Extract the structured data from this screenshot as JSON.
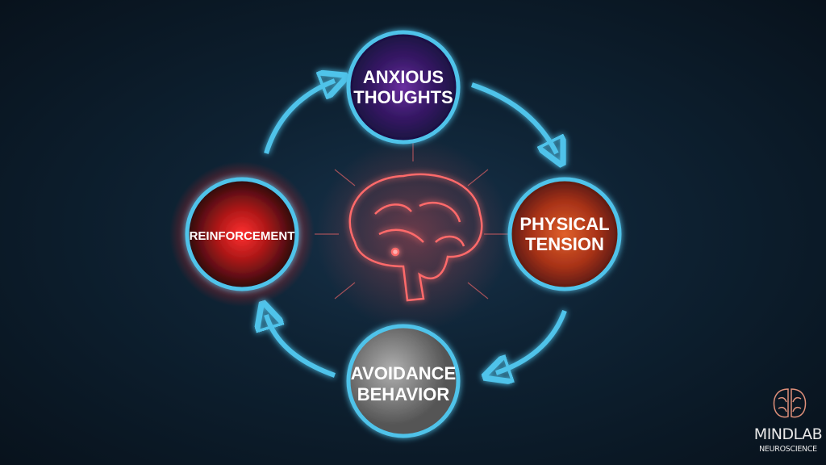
{
  "nodes": [
    {
      "line1": "ANXIOUS",
      "line2": "THOUGHTS"
    },
    {
      "line1": "PHYSICAL",
      "line2": "TENSION"
    },
    {
      "line1": "AVOIDANCE",
      "line2": "BEHAVIOR"
    },
    {
      "line1": "REINFORCEMENT",
      "line2": ""
    }
  ],
  "logo": {
    "name": "MINDLAB",
    "tagline": "NEUROSCIENCE"
  },
  "colors": {
    "ring": "#4fc3ea",
    "reinforcement": "#ff2a2a",
    "brain": "#ff6a6a",
    "background": "#0e2233"
  }
}
